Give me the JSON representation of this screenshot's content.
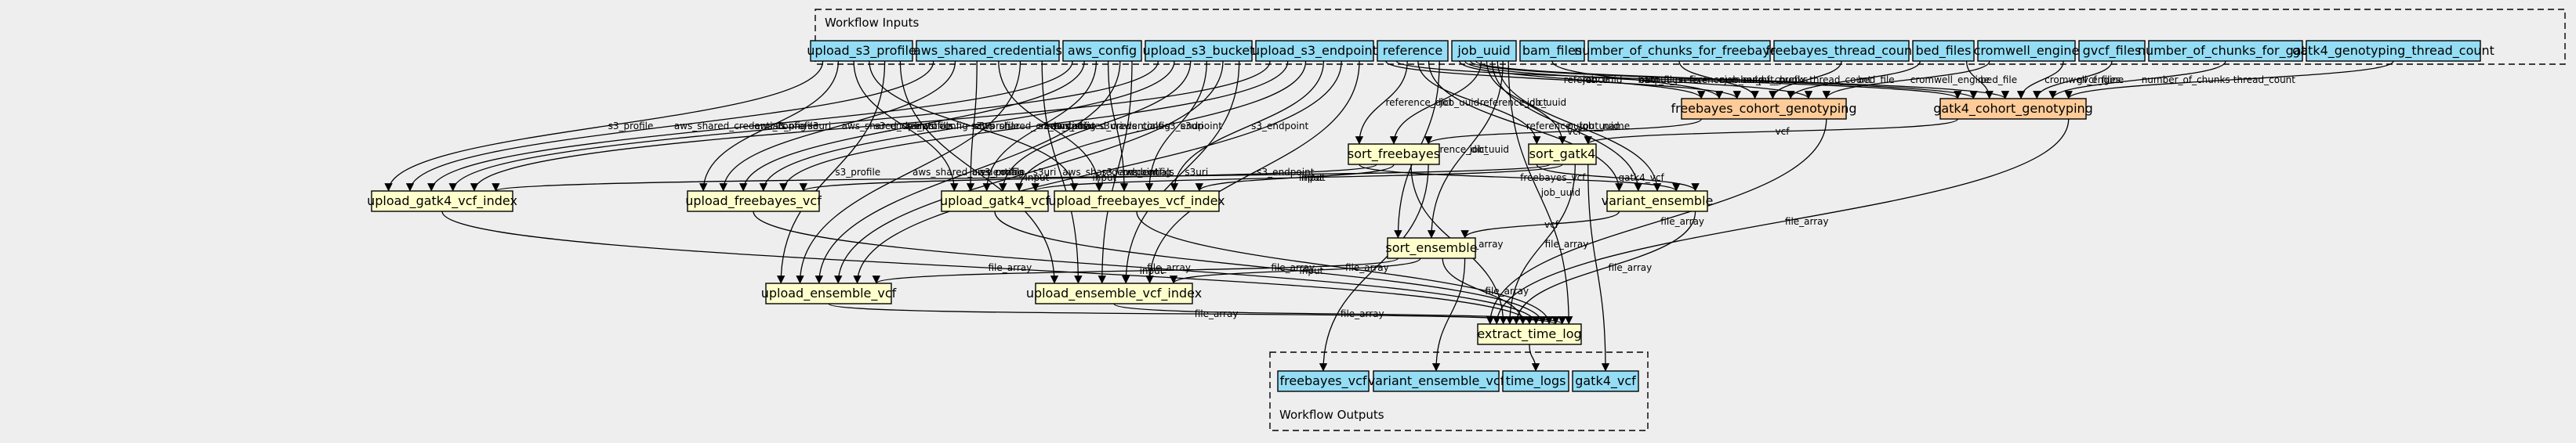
{
  "clusters": {
    "inputs_label": "Workflow Inputs",
    "outputs_label": "Workflow Outputs"
  },
  "colors": {
    "background": "#eeeeee",
    "input_fill": "#94ddf4",
    "step_fill": "#ffffcc",
    "cohort_fill": "#ffcc99",
    "output_fill": "#94ddf4"
  },
  "inputs": [
    {
      "id": "upload_s3_profile",
      "label": "upload_s3_profile"
    },
    {
      "id": "aws_shared_credentials",
      "label": "aws_shared_credentials"
    },
    {
      "id": "aws_config",
      "label": "aws_config"
    },
    {
      "id": "upload_s3_bucket",
      "label": "upload_s3_bucket"
    },
    {
      "id": "upload_s3_endpoint",
      "label": "upload_s3_endpoint"
    },
    {
      "id": "reference",
      "label": "reference"
    },
    {
      "id": "job_uuid",
      "label": "job_uuid"
    },
    {
      "id": "bam_files",
      "label": "bam_files"
    },
    {
      "id": "number_of_chunks_for_freebayes",
      "label": "number_of_chunks_for_freebayes"
    },
    {
      "id": "freebayes_thread_count",
      "label": "freebayes_thread_count"
    },
    {
      "id": "bed_files",
      "label": "bed_files"
    },
    {
      "id": "cromwell_engine",
      "label": "cromwell_engine"
    },
    {
      "id": "gvcf_files",
      "label": "gvcf_files"
    },
    {
      "id": "number_of_chunks_for_gatk",
      "label": "number_of_chunks_for_gatk"
    },
    {
      "id": "gatk4_genotyping_thread_count",
      "label": "gatk4_genotyping_thread_count"
    }
  ],
  "steps": [
    {
      "id": "freebayes_cohort_genotyping",
      "label": "freebayes_cohort_genotyping",
      "kind": "cohort"
    },
    {
      "id": "gatk4_cohort_genotyping",
      "label": "gatk4_cohort_genotyping",
      "kind": "cohort"
    },
    {
      "id": "sort_freebayes",
      "label": "sort_freebayes",
      "kind": "step"
    },
    {
      "id": "sort_gatk4",
      "label": "sort_gatk4",
      "kind": "step"
    },
    {
      "id": "upload_gatk4_vcf_index",
      "label": "upload_gatk4_vcf_index",
      "kind": "step"
    },
    {
      "id": "upload_freebayes_vcf",
      "label": "upload_freebayes_vcf",
      "kind": "step"
    },
    {
      "id": "upload_gatk4_vcf",
      "label": "upload_gatk4_vcf",
      "kind": "step"
    },
    {
      "id": "upload_freebayes_vcf_index",
      "label": "upload_freebayes_vcf_index",
      "kind": "step"
    },
    {
      "id": "variant_ensemble",
      "label": "variant_ensemble",
      "kind": "step"
    },
    {
      "id": "sort_ensemble",
      "label": "sort_ensemble",
      "kind": "step"
    },
    {
      "id": "upload_ensemble_vcf",
      "label": "upload_ensemble_vcf",
      "kind": "step"
    },
    {
      "id": "upload_ensemble_vcf_index",
      "label": "upload_ensemble_vcf_index",
      "kind": "step"
    },
    {
      "id": "extract_time_log",
      "label": "extract_time_log",
      "kind": "step"
    }
  ],
  "outputs": [
    {
      "id": "freebayes_vcf",
      "label": "freebayes_vcf"
    },
    {
      "id": "variant_ensemble_vcf",
      "label": "variant_ensemble_vcf"
    },
    {
      "id": "time_logs",
      "label": "time_logs"
    },
    {
      "id": "gatk4_vcf",
      "label": "gatk4_vcf"
    }
  ],
  "edges": [
    {
      "from": "job_uuid",
      "to": "freebayes_cohort_genotyping",
      "label": "job_uuid"
    },
    {
      "from": "bam_files",
      "to": "freebayes_cohort_genotyping",
      "label": "bam_files"
    },
    {
      "from": "reference",
      "to": "freebayes_cohort_genotyping",
      "label": "reference"
    },
    {
      "from": "number_of_chunks_for_freebayes",
      "to": "freebayes_cohort_genotyping",
      "label": "number_of_chunks"
    },
    {
      "from": "freebayes_thread_count",
      "to": "freebayes_cohort_genotyping",
      "label": "thread_count"
    },
    {
      "from": "bed_files",
      "to": "freebayes_cohort_genotyping",
      "label": "bed_file"
    },
    {
      "from": "job_uuid",
      "to": "freebayes_cohort_genotyping",
      "label": "output_prefix"
    },
    {
      "from": "reference",
      "to": "gatk4_cohort_genotyping",
      "label": "reference"
    },
    {
      "from": "job_uuid",
      "to": "gatk4_cohort_genotyping",
      "label": "job_uuid"
    },
    {
      "from": "bed_files",
      "to": "gatk4_cohort_genotyping",
      "label": "bed_file"
    },
    {
      "from": "job_uuid",
      "to": "gatk4_cohort_genotyping",
      "label": "output_prefix"
    },
    {
      "from": "cromwell_engine",
      "to": "freebayes_cohort_genotyping",
      "label": "cromwell_engine"
    },
    {
      "from": "cromwell_engine",
      "to": "gatk4_cohort_genotyping",
      "label": "cromwell_engine"
    },
    {
      "from": "gvcf_files",
      "to": "gatk4_cohort_genotyping",
      "label": "gvcf_files"
    },
    {
      "from": "number_of_chunks_for_gatk",
      "to": "gatk4_cohort_genotyping",
      "label": "number_of_chunks"
    },
    {
      "from": "gatk4_genotyping_thread_count",
      "to": "gatk4_cohort_genotyping",
      "label": "thread_count"
    },
    {
      "from": "reference",
      "to": "sort_freebayes",
      "label": "reference_dict"
    },
    {
      "from": "job_uuid",
      "to": "sort_freebayes",
      "label": "job_uuid"
    },
    {
      "from": "freebayes_cohort_genotyping",
      "to": "sort_freebayes",
      "label": "vcf"
    },
    {
      "from": "reference",
      "to": "sort_gatk4",
      "label": "reference_dict"
    },
    {
      "from": "job_uuid",
      "to": "sort_gatk4",
      "label": "job_uuid"
    },
    {
      "from": "gatk4_cohort_genotyping",
      "to": "sort_gatk4",
      "label": "vcf"
    },
    {
      "from": "reference",
      "to": "variant_ensemble",
      "label": "reference"
    },
    {
      "from": "job_uuid",
      "to": "variant_ensemble",
      "label": "output_name"
    },
    {
      "from": "job_uuid",
      "to": "variant_ensemble",
      "label": "job_uuid"
    },
    {
      "from": "sort_freebayes",
      "to": "variant_ensemble",
      "label": "freebayes_vcf"
    },
    {
      "from": "sort_gatk4",
      "to": "variant_ensemble",
      "label": "gatk4_vcf"
    },
    {
      "from": "reference",
      "to": "sort_ensemble",
      "label": "reference_dict"
    },
    {
      "from": "job_uuid",
      "to": "sort_ensemble",
      "label": "job_uuid"
    },
    {
      "from": "variant_ensemble",
      "to": "sort_ensemble",
      "label": "vcf"
    },
    {
      "from": "upload_s3_profile",
      "to": "upload_gatk4_vcf_index",
      "label": "s3_profile"
    },
    {
      "from": "aws_shared_credentials",
      "to": "upload_gatk4_vcf_index",
      "label": "aws_shared_credentials"
    },
    {
      "from": "aws_config",
      "to": "upload_gatk4_vcf_index",
      "label": "aws_config"
    },
    {
      "from": "upload_s3_bucket",
      "to": "upload_gatk4_vcf_index",
      "label": "s3uri"
    },
    {
      "from": "upload_s3_endpoint",
      "to": "upload_gatk4_vcf_index",
      "label": "s3_endpoint"
    },
    {
      "from": "sort_gatk4",
      "to": "upload_gatk4_vcf_index",
      "label": "input"
    },
    {
      "from": "upload_s3_profile",
      "to": "upload_freebayes_vcf",
      "label": "s3_profile"
    },
    {
      "from": "aws_shared_credentials",
      "to": "upload_freebayes_vcf",
      "label": "aws_shared_credentials"
    },
    {
      "from": "aws_config",
      "to": "upload_freebayes_vcf",
      "label": "aws_config"
    },
    {
      "from": "upload_s3_bucket",
      "to": "upload_freebayes_vcf",
      "label": "s3uri"
    },
    {
      "from": "upload_s3_endpoint",
      "to": "upload_freebayes_vcf",
      "label": "s3_endpoint"
    },
    {
      "from": "sort_freebayes",
      "to": "upload_freebayes_vcf",
      "label": "input"
    },
    {
      "from": "upload_s3_profile",
      "to": "upload_gatk4_vcf",
      "label": "s3_profile"
    },
    {
      "from": "aws_shared_credentials",
      "to": "upload_gatk4_vcf",
      "label": "aws_shared_credentials"
    },
    {
      "from": "aws_config",
      "to": "upload_gatk4_vcf",
      "label": "aws_config"
    },
    {
      "from": "upload_s3_bucket",
      "to": "upload_gatk4_vcf",
      "label": "s3uri"
    },
    {
      "from": "upload_s3_endpoint",
      "to": "upload_gatk4_vcf",
      "label": "s3_endpoint"
    },
    {
      "from": "sort_gatk4",
      "to": "upload_gatk4_vcf",
      "label": "input"
    },
    {
      "from": "upload_s3_profile",
      "to": "upload_freebayes_vcf_index",
      "label": "s3_profile"
    },
    {
      "from": "aws_shared_credentials",
      "to": "upload_freebayes_vcf_index",
      "label": "aws_shared_credentials"
    },
    {
      "from": "aws_config",
      "to": "upload_freebayes_vcf_index",
      "label": "aws_config"
    },
    {
      "from": "upload_s3_bucket",
      "to": "upload_freebayes_vcf_index",
      "label": "s3uri"
    },
    {
      "from": "upload_s3_endpoint",
      "to": "upload_freebayes_vcf_index",
      "label": "s3_endpoint"
    },
    {
      "from": "sort_freebayes",
      "to": "upload_freebayes_vcf_index",
      "label": "input"
    },
    {
      "from": "upload_s3_profile",
      "to": "upload_ensemble_vcf",
      "label": "s3_profile"
    },
    {
      "from": "aws_shared_credentials",
      "to": "upload_ensemble_vcf",
      "label": "aws_shared_credentials"
    },
    {
      "from": "aws_config",
      "to": "upload_ensemble_vcf",
      "label": "aws_config"
    },
    {
      "from": "upload_s3_bucket",
      "to": "upload_ensemble_vcf",
      "label": "s3uri"
    },
    {
      "from": "upload_s3_endpoint",
      "to": "upload_ensemble_vcf",
      "label": "s3_endpoint"
    },
    {
      "from": "sort_ensemble",
      "to": "upload_ensemble_vcf",
      "label": "input"
    },
    {
      "from": "upload_s3_profile",
      "to": "upload_ensemble_vcf_index",
      "label": "s3_profile"
    },
    {
      "from": "aws_shared_credentials",
      "to": "upload_ensemble_vcf_index",
      "label": "aws_shared_credentials"
    },
    {
      "from": "aws_config",
      "to": "upload_ensemble_vcf_index",
      "label": "aws_config"
    },
    {
      "from": "upload_s3_bucket",
      "to": "upload_ensemble_vcf_index",
      "label": "s3uri"
    },
    {
      "from": "upload_s3_endpoint",
      "to": "upload_ensemble_vcf_index",
      "label": "s3_endpoint"
    },
    {
      "from": "sort_ensemble",
      "to": "upload_ensemble_vcf_index",
      "label": "input"
    },
    {
      "from": "freebayes_cohort_genotyping",
      "to": "extract_time_log",
      "label": "file_array"
    },
    {
      "from": "gatk4_cohort_genotyping",
      "to": "extract_time_log",
      "label": "file_array"
    },
    {
      "from": "sort_freebayes",
      "to": "extract_time_log",
      "label": "file_array"
    },
    {
      "from": "sort_gatk4",
      "to": "extract_time_log",
      "label": "file_array"
    },
    {
      "from": "variant_ensemble",
      "to": "extract_time_log",
      "label": "file_array"
    },
    {
      "from": "sort_ensemble",
      "to": "extract_time_log",
      "label": "file_array"
    },
    {
      "from": "upload_gatk4_vcf_index",
      "to": "extract_time_log",
      "label": "file_array"
    },
    {
      "from": "upload_freebayes_vcf",
      "to": "extract_time_log",
      "label": "file_array"
    },
    {
      "from": "upload_gatk4_vcf",
      "to": "extract_time_log",
      "label": "file_array"
    },
    {
      "from": "upload_freebayes_vcf_index",
      "to": "extract_time_log",
      "label": "file_array"
    },
    {
      "from": "upload_ensemble_vcf",
      "to": "extract_time_log",
      "label": "file_array"
    },
    {
      "from": "upload_ensemble_vcf_index",
      "to": "extract_time_log",
      "label": "file_array"
    },
    {
      "from": "job_uuid",
      "to": "extract_time_log",
      "label": "job_uuid"
    },
    {
      "from": "sort_freebayes",
      "to": "freebayes_vcf",
      "label": ""
    },
    {
      "from": "sort_ensemble",
      "to": "variant_ensemble_vcf",
      "label": ""
    },
    {
      "from": "extract_time_log",
      "to": "time_logs",
      "label": ""
    },
    {
      "from": "sort_gatk4",
      "to": "gatk4_vcf",
      "label": ""
    }
  ]
}
